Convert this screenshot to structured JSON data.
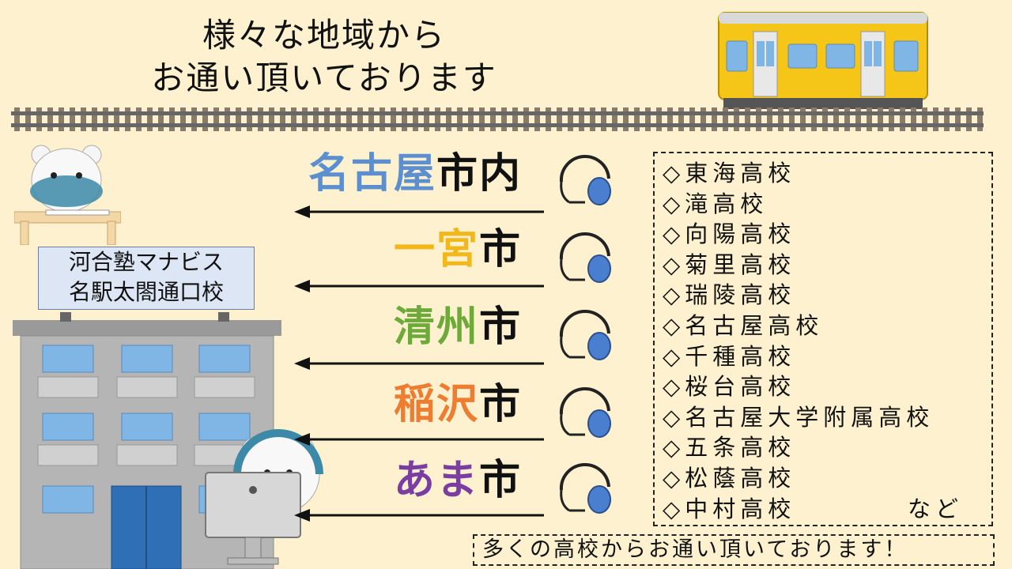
{
  "title": {
    "line1": "様々な地域から",
    "line2": "お通い頂いております"
  },
  "school_name": {
    "line1": "河合塾マナビス",
    "line2": "名駅太閤通口校"
  },
  "cities": [
    {
      "name": "名古屋",
      "suffix": "市内",
      "color": "#5b8fd0"
    },
    {
      "name": "一宮",
      "suffix": "市",
      "color": "#f2b81b"
    },
    {
      "name": "清州",
      "suffix": "市",
      "color": "#6daa3a"
    },
    {
      "name": "稲沢",
      "suffix": "市",
      "color": "#ee7d31"
    },
    {
      "name": "あま",
      "suffix": "市",
      "color": "#7a3ea3"
    }
  ],
  "schools": [
    "◇東海高校",
    "◇滝高校",
    "◇向陽高校",
    "◇菊里高校",
    "◇瑞陵高校",
    "◇名古屋高校",
    "◇千種高校",
    "◇桜台高校",
    "◇名古屋大学附属高校",
    "◇五条高校",
    "◇松蔭高校",
    "◇中村高校"
  ],
  "schools_suffix": "など",
  "footer": "多くの高校からお通い頂いております！",
  "colors": {
    "background": "#fdf1cf",
    "train": "#f5c518",
    "headset": "#4a7fd0"
  },
  "icons": {
    "train": "train-icon",
    "rails": "rails-icon",
    "bear_study": "bear-studying-icon",
    "bear_pc": "bear-computer-icon",
    "building": "building-icon",
    "headset": "headset-icon",
    "arrow": "arrow-left-icon"
  }
}
